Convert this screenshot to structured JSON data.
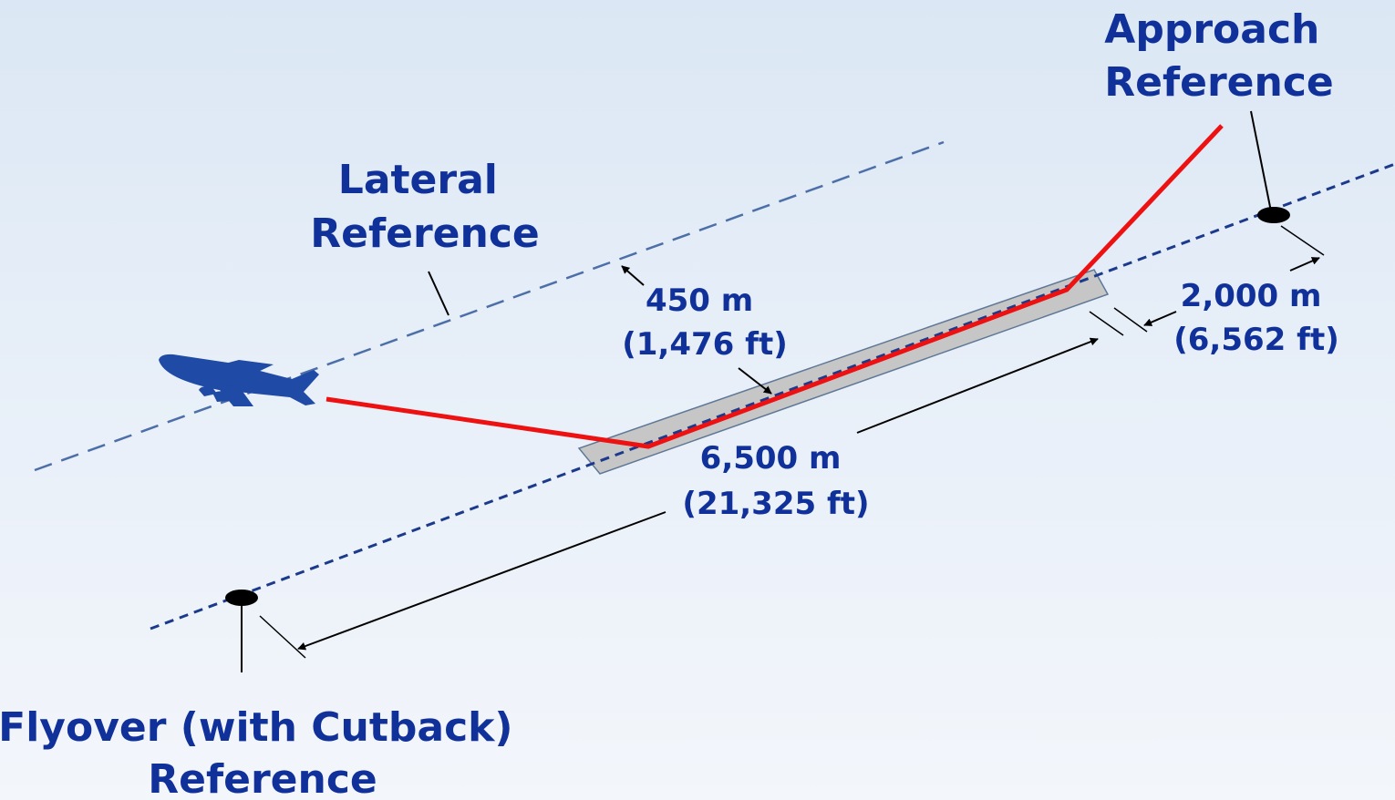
{
  "labels": {
    "lateral": [
      "Lateral",
      "Reference"
    ],
    "approach": [
      "Approach",
      "Reference"
    ],
    "flyover": [
      "Flyover (with Cutback)",
      "Reference"
    ],
    "lateral_offset": [
      "450 m",
      "(1,476 ft)"
    ],
    "runway_distance": [
      "6,500 m",
      "(21,325 ft)"
    ],
    "approach_distance": [
      "2,000 m",
      "(6,562 ft)"
    ]
  },
  "colors": {
    "text": "#11319a",
    "flight_path": "#ee1111",
    "runway_fill": "#c6c6c6",
    "lateral_line": "#4d6fa8",
    "centerline": "#1c3a8c",
    "aircraft": "#1f4aa5"
  }
}
